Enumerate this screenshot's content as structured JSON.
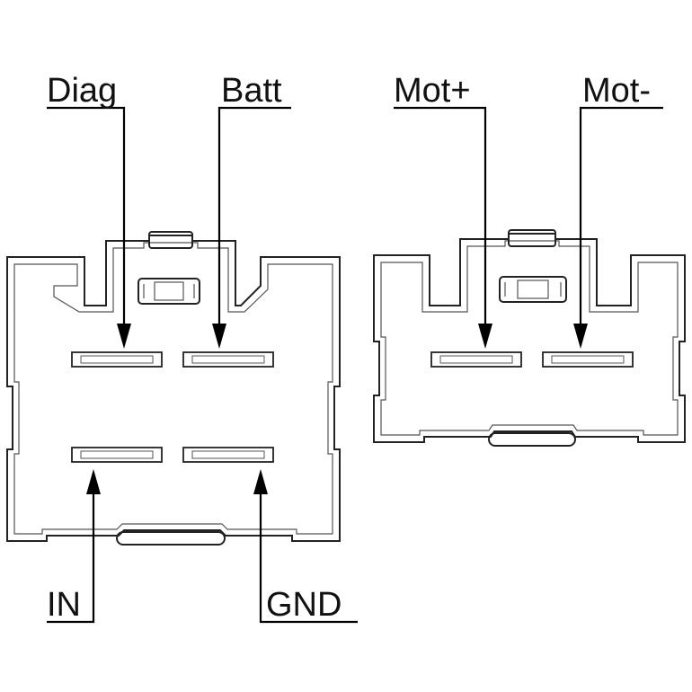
{
  "labels": {
    "diag": "Diag",
    "batt": "Batt",
    "in": "IN",
    "gnd": "GND",
    "mot_plus": "Mot+",
    "mot_minus": "Mot-"
  }
}
